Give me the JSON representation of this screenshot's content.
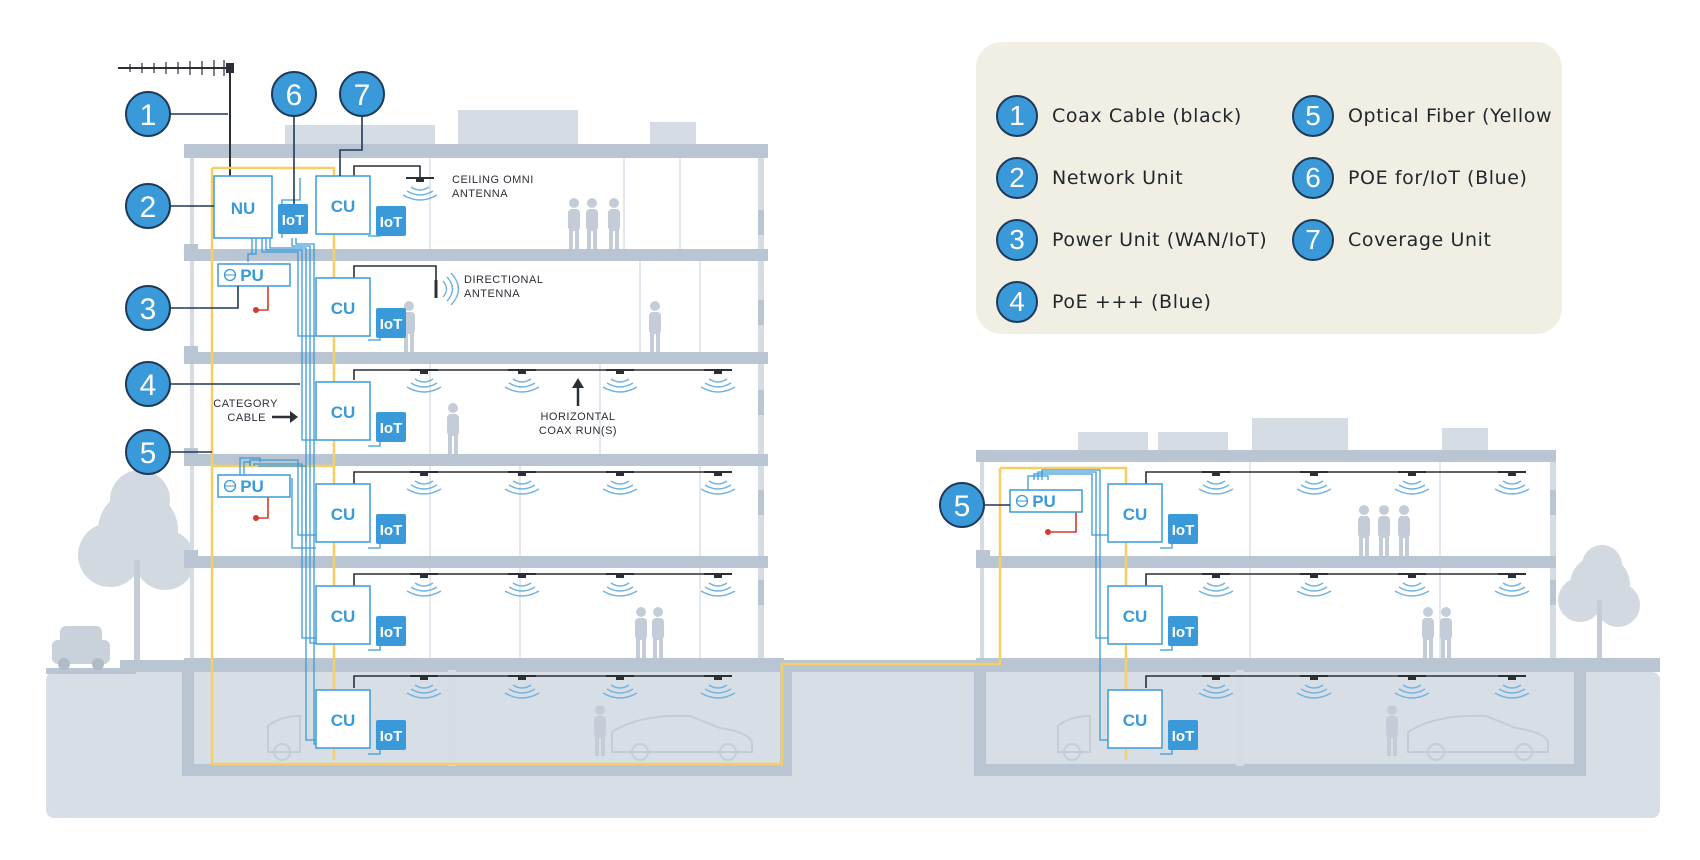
{
  "colors": {
    "accent": "#3a9ad9",
    "fiber": "#f5cf63",
    "building": "#b9c5d3",
    "ground": "#d8dee6",
    "legend_bg": "#f1eee4"
  },
  "legend": {
    "items": [
      {
        "num": "1",
        "label": "Coax Cable (black)"
      },
      {
        "num": "2",
        "label": "Network Unit"
      },
      {
        "num": "3",
        "label": "Power Unit (WAN/IoT)"
      },
      {
        "num": "4",
        "label": "PoE +++ (Blue)"
      },
      {
        "num": "5",
        "label": "Optical Fiber (Yellow"
      },
      {
        "num": "6",
        "label": "POE for/IoT (Blue)"
      },
      {
        "num": "7",
        "label": "Coverage Unit"
      }
    ]
  },
  "badges": {
    "b1": "1",
    "b2": "2",
    "b3": "3",
    "b4": "4",
    "b5": "5",
    "b6": "6",
    "b7": "7",
    "b5b": "5"
  },
  "units": {
    "nu": "NU",
    "pu": "PU",
    "cu": "CU",
    "iot": "IoT"
  },
  "annotations": {
    "ceiling_1": "CEILING OMNI",
    "ceiling_2": "ANTENNA",
    "directional_1": "DIRECTIONAL",
    "directional_2": "ANTENNA",
    "category_1": "CATEGORY",
    "category_2": "CABLE",
    "horizontal_1": "HORIZONTAL",
    "horizontal_2": "COAX RUN(S)"
  }
}
